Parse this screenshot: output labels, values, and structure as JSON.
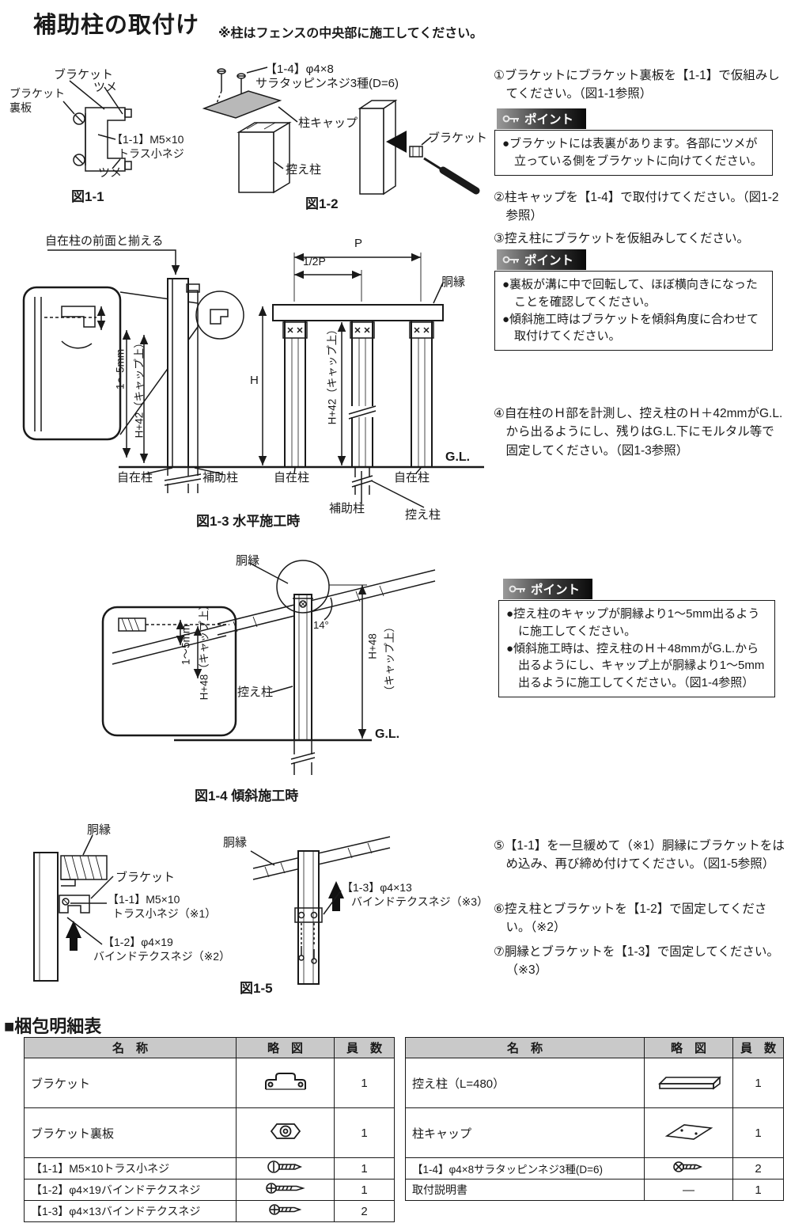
{
  "header": {
    "title": "補助柱の取付け",
    "subtitle": "※柱はフェンスの中央部に施工してください。"
  },
  "point_tag_label": "ポイント",
  "steps": {
    "s1": "①ブラケットにブラケット裏板を【1-1】で仮組みしてください。（図1-1参照）",
    "s2": "②柱キャップを【1-4】で取付けてください。（図1-2参照）",
    "s3": "③控え柱にブラケットを仮組みしてください。",
    "s4": "④自在柱のＨ部を計測し、控え柱のＨ＋42mmがG.L.から出るようにし、残りはG.L.下にモルタル等で固定してください。（図1-3参照）",
    "s5": "⑤【1-1】を一旦緩めて（※1）胴縁にブラケットをはめ込み、再び締め付けてください。（図1-5参照）",
    "s6": "⑥控え柱とブラケットを【1-2】で固定してください。（※2）",
    "s7": "⑦胴縁とブラケットを【1-3】で固定してください。（※3）"
  },
  "points": {
    "p1_b1": "●ブラケットには表裏があります。各部にツメが立っている側をブラケットに向けてください。",
    "p2_b1": "●裏板が溝に中で回転して、ほぼ横向きになったことを確認してください。",
    "p2_b2": "●傾斜施工時はブラケットを傾斜角度に合わせて取付けてください。",
    "p3_b1": "●控え柱のキャップが胴縁より1～5mm出るように施工してください。",
    "p3_b2": "●傾斜施工時は、控え柱のＨ＋48mmがG.L.から出るようにし、キャップ上が胴縁より1～5mm出るように施工してください。（図1-4参照）"
  },
  "fig11": {
    "caption": "図1-1",
    "bracket": "ブラケット",
    "tsume_top": "ツメ",
    "uraita": "ブラケット裏板",
    "screw_l1": "【1-1】M5×10",
    "screw_l2": "トラス小ネジ",
    "tsume_bottom": "ツメ"
  },
  "fig12": {
    "caption": "図1-2",
    "screw_l1": "【1-4】φ4×8",
    "screw_l2": "サラタッピンネジ3種(D=6)",
    "cap": "柱キャップ",
    "post": "控え柱",
    "bracket": "ブラケット"
  },
  "fig13": {
    "caption": "図1-3 水平施工時",
    "align_note": "自在柱の前面と揃える",
    "dim_p": "P",
    "dim_half_p": "1/2P",
    "dobuchi": "胴縁",
    "dim_gap": "1～5mm",
    "dim_h42_left": "H+42（キャップ上）",
    "dim_h": "H",
    "dim_h42_mid": "H+42（キャップ上）",
    "gl": "G.L.",
    "jizai_a": "自在柱",
    "hojo_a": "補助柱",
    "jizai_b": "自在柱",
    "jizai_c": "自在柱",
    "hojo_b": "補助柱",
    "hikae": "控え柱"
  },
  "fig14": {
    "caption": "図1-4 傾斜施工時",
    "dobuchi": "胴縁",
    "angle": "14°",
    "dim_gap": "1～5mm",
    "dim_h48_left": "H+48（キャップ上）",
    "hikae": "控え柱",
    "dim_h48_r1": "H+48",
    "dim_h48_r2": "（キャップ上）",
    "gl": "G.L."
  },
  "fig15": {
    "caption": "図1-5",
    "dobuchi_left": "胴縁",
    "bracket": "ブラケット",
    "s11_l1": "【1-1】M5×10",
    "s11_l2": "トラス小ネジ（※1）",
    "s12_l1": "【1-2】φ4×19",
    "s12_l2": "バインドテクスネジ（※2）",
    "dobuchi_right": "胴縁",
    "s13_l1": "【1-3】φ4×13",
    "s13_l2": "バインドテクスネジ（※3）"
  },
  "packing": {
    "section_title": "■梱包明細表",
    "headers": [
      "名　称",
      "略　図",
      "員　数"
    ],
    "left_rows": [
      {
        "name": "ブラケット",
        "icon": "bracket-icon",
        "qty": "1"
      },
      {
        "name": "ブラケット裏板",
        "icon": "backplate-icon",
        "qty": "1"
      },
      {
        "name": "【1-1】M5×10トラス小ネジ",
        "icon": "truss-screw-icon",
        "qty": "1"
      },
      {
        "name": "【1-2】φ4×19バインドテクスネジ",
        "icon": "bind-screw-long-icon",
        "qty": "1"
      },
      {
        "name": "【1-3】φ4×13バインドテクスネジ",
        "icon": "bind-screw-short-icon",
        "qty": "2"
      }
    ],
    "right_rows": [
      {
        "name": "控え柱（L=480）",
        "icon": "stay-post-icon",
        "qty": "1"
      },
      {
        "name": "柱キャップ",
        "icon": "post-cap-icon",
        "qty": "1"
      },
      {
        "name": "【1-4】φ4×8サラタッピンネジ3種(D=6)",
        "icon": "tapping-screw-icon",
        "qty": "2"
      },
      {
        "name": "取付説明書",
        "icon": "dash",
        "sketch": "―",
        "qty": "1"
      }
    ]
  },
  "colors": {
    "ink": "#1a1a1a",
    "cap_fill": "#b8b8b8",
    "table_header_bg": "#c9c9c9",
    "point_tag_dark": "#0a0a0a",
    "point_tag_light": "#9a9a9a"
  }
}
